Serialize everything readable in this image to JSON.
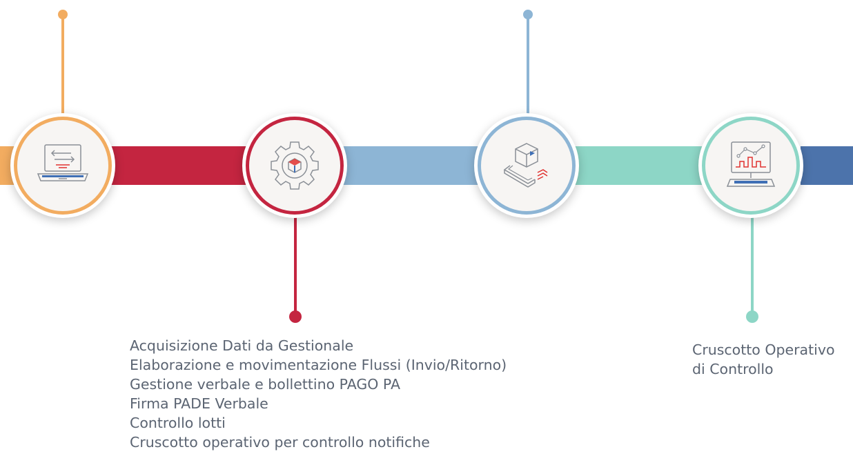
{
  "colors": {
    "orange": "#f2ac60",
    "crimson": "#c42540",
    "lightblue": "#8db5d5",
    "teal": "#8dd6c6",
    "navy": "#4c73ab",
    "text": "#5b6472"
  },
  "steps": [
    {
      "icon": "laptop-transfer-icon",
      "color": "orange"
    },
    {
      "icon": "gear-cube-icon",
      "color": "crimson"
    },
    {
      "icon": "package-delivery-icon",
      "color": "lightblue"
    },
    {
      "icon": "monitor-chart-icon",
      "color": "teal"
    }
  ],
  "step2": {
    "lines": [
      "Acquisizione Dati da Gestionale",
      "Elaborazione e movimentazione Flussi (Invio/Ritorno)",
      "Gestione verbale e bollettino PAGO PA",
      "Firma PADE Verbale",
      "Controllo lotti",
      "Cruscotto operativo per controllo notifiche"
    ]
  },
  "step4": {
    "lines": [
      "Cruscotto Operativo",
      "di Controllo"
    ]
  }
}
